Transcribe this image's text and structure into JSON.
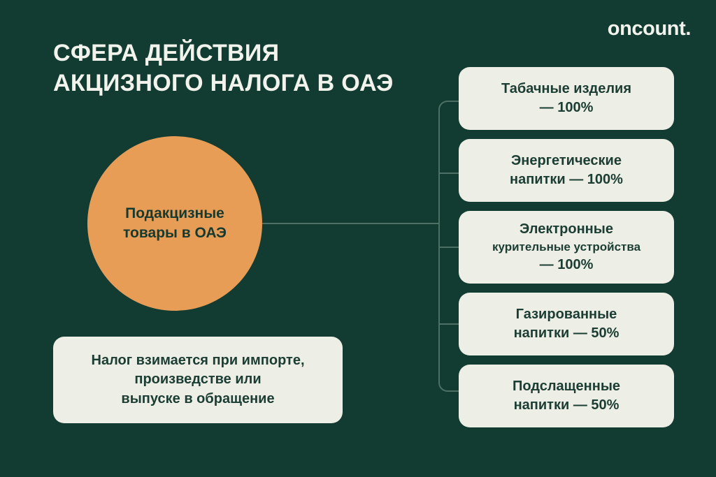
{
  "brand": {
    "logo_text": "oncount."
  },
  "header": {
    "title": "СФЕРА ДЕЙСТВИЯ\nАКЦИЗНОГО НАЛОГА В ОАЭ"
  },
  "colors": {
    "background": "#123c32",
    "accent_circle": "#e89d57",
    "card_background": "#edeee5",
    "card_text": "#1b3d33",
    "title_text": "#f2f3ec",
    "connector_line": "#4c7064"
  },
  "diagram": {
    "root_node": {
      "label": "Подакцизные\nтовары в ОАЭ"
    },
    "note": {
      "label": "Налог взимается при импорте,\nпроизведстве или\nвыпуске в обращение"
    },
    "items": [
      {
        "label": "Табачные изделия\n— 100%",
        "product": "Табачные изделия",
        "rate": "100%"
      },
      {
        "label": "Энергетические\nнапитки — 100%",
        "product": "Энергетические напитки",
        "rate": "100%"
      },
      {
        "label_line_1": "Электронные",
        "label_line_2": "курительные устройства",
        "label_line_3": "— 100%",
        "product": "Электронные курительные устройства",
        "rate": "100%"
      },
      {
        "label": "Газированные\nнапитки — 50%",
        "product": "Газированные напитки",
        "rate": "50%"
      },
      {
        "label": "Подслащенные\nнапитки — 50%",
        "product": "Подслащенные напитки",
        "rate": "50%"
      }
    ]
  }
}
